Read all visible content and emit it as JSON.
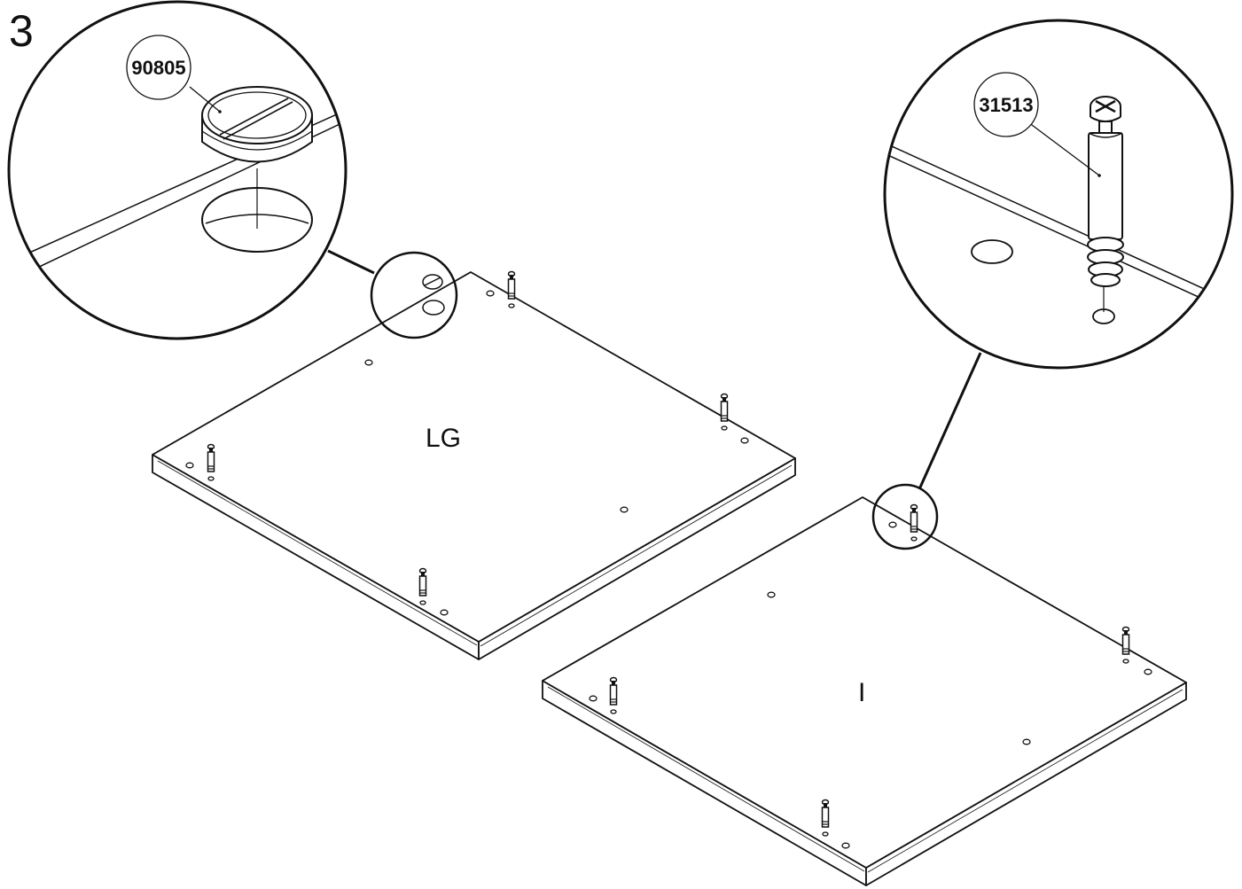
{
  "step_number": "3",
  "panels": [
    {
      "id": "panel-lg",
      "label": "LG"
    },
    {
      "id": "panel-i",
      "label": "I"
    }
  ],
  "callouts": [
    {
      "id": "callout-cam",
      "part_number": "90805",
      "part": "cam-lock-icon"
    },
    {
      "id": "callout-bolt",
      "part_number": "31513",
      "part": "cam-bolt-icon"
    }
  ],
  "colors": {
    "line": "#111111",
    "background": "#ffffff"
  }
}
